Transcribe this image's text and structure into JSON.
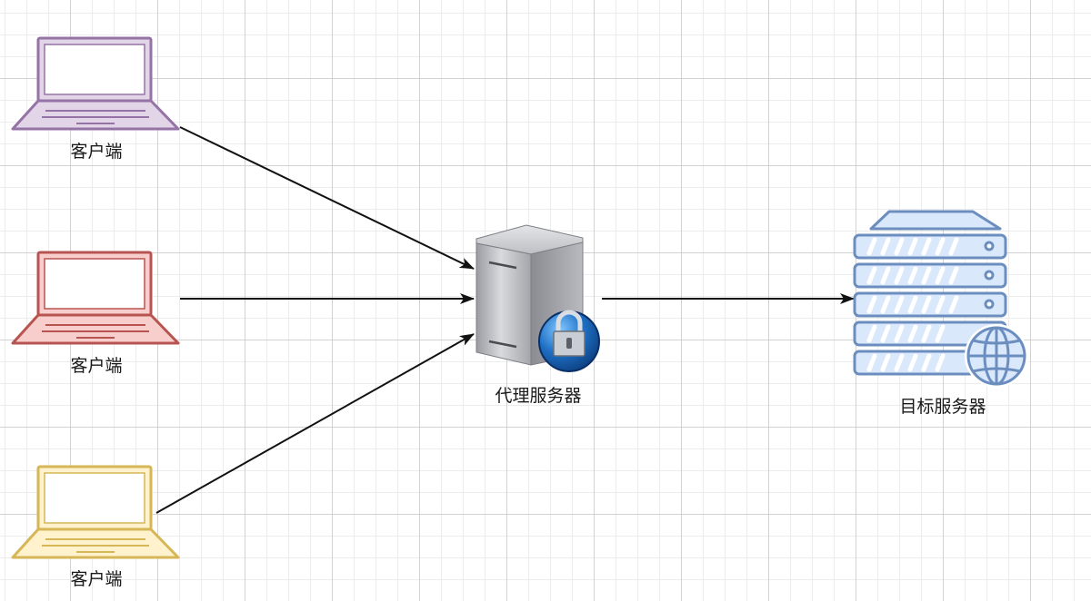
{
  "diagram": {
    "nodes": [
      {
        "id": "client-1",
        "label": "客户端",
        "color": "#b28ac6",
        "fill": "#e1d5e7"
      },
      {
        "id": "client-2",
        "label": "客户端",
        "color": "#c0504d",
        "fill": "#f8cecc"
      },
      {
        "id": "client-3",
        "label": "客户端",
        "color": "#d6b656",
        "fill": "#fff2cc"
      },
      {
        "id": "proxy-server",
        "label": "代理服务器",
        "icon": "secure-server-lock-icon"
      },
      {
        "id": "target-server",
        "label": "目标服务器",
        "icon": "web-server-rack-icon",
        "color": "#6c8ebf"
      }
    ],
    "edges": [
      {
        "from": "client-1",
        "to": "proxy-server"
      },
      {
        "from": "client-2",
        "to": "proxy-server"
      },
      {
        "from": "client-3",
        "to": "proxy-server"
      },
      {
        "from": "proxy-server",
        "to": "target-server"
      }
    ]
  }
}
